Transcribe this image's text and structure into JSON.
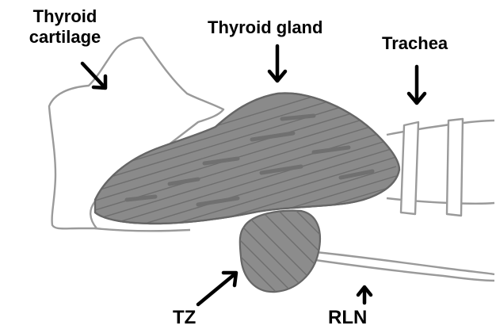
{
  "labels": {
    "thyroid_cartilage_line1": "Thyroid",
    "thyroid_cartilage_line2": "cartilage",
    "thyroid_gland": "Thyroid gland",
    "trachea": "Trachea",
    "tz": "TZ",
    "rln": "RLN"
  },
  "colors": {
    "outline": "#9a9a9a",
    "gland_fill": "#8a8a8a",
    "gland_stroke": "#6a6a6a",
    "stripe": "#6e6e6e",
    "arrow": "#000000",
    "background": "#ffffff"
  }
}
